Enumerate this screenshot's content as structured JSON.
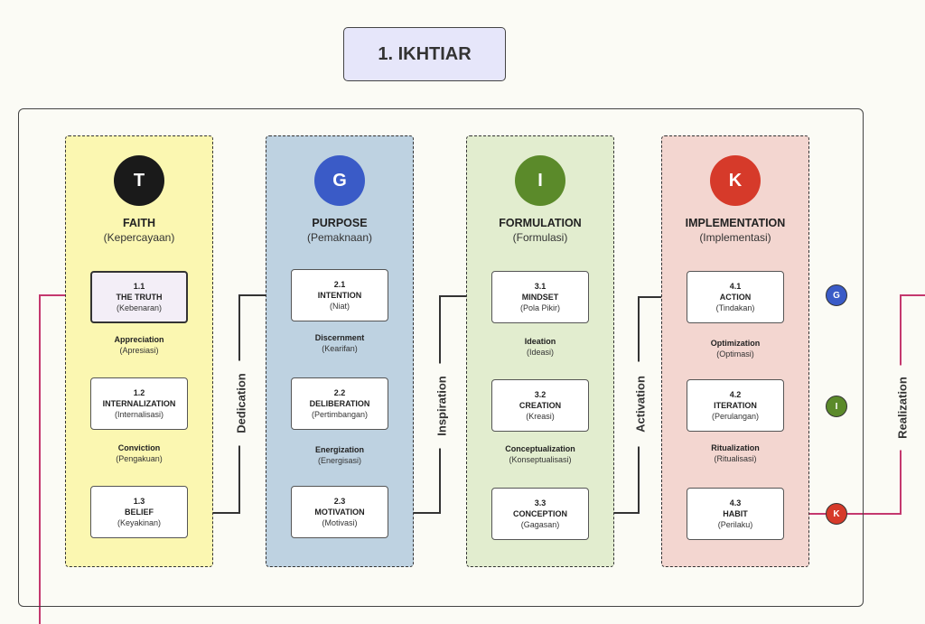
{
  "title": "1. IKHTIAR",
  "colors": {
    "faith_bg": "#fbf7b1",
    "purpose_bg": "#bed2e1",
    "formulation_bg": "#e2edcf",
    "implementation_bg": "#f3d6d0",
    "black": "#1a1a1a",
    "blue": "#3a5bc7",
    "green": "#5b8a2a",
    "red": "#d63a2a",
    "magenta": "#c4386e"
  },
  "lanes": [
    {
      "letter": "T",
      "title": "FAITH",
      "subtitle": "(Kepercayaan)",
      "nodes": [
        {
          "num": "1.1",
          "name": "THE TRUTH",
          "sub": "(Kebenaran)"
        },
        {
          "num": "1.2",
          "name": "INTERNALIZATION",
          "sub": "(Internalisasi)"
        },
        {
          "num": "1.3",
          "name": "BELIEF",
          "sub": "(Keyakinan)"
        }
      ],
      "edges": [
        {
          "name": "Appreciation",
          "sub": "(Apresiasi)"
        },
        {
          "name": "Conviction",
          "sub": "(Pengakuan)"
        }
      ]
    },
    {
      "letter": "G",
      "title": "PURPOSE",
      "subtitle": "(Pemaknaan)",
      "nodes": [
        {
          "num": "2.1",
          "name": "INTENTION",
          "sub": "(Niat)"
        },
        {
          "num": "2.2",
          "name": "DELIBERATION",
          "sub": "(Pertimbangan)"
        },
        {
          "num": "2.3",
          "name": "MOTIVATION",
          "sub": "(Motivasi)"
        }
      ],
      "edges": [
        {
          "name": "Discernment",
          "sub": "(Kearifan)"
        },
        {
          "name": "Energization",
          "sub": "(Energisasi)"
        }
      ]
    },
    {
      "letter": "I",
      "title": "FORMULATION",
      "subtitle": "(Formulasi)",
      "nodes": [
        {
          "num": "3.1",
          "name": "MINDSET",
          "sub": "(Pola Pikir)"
        },
        {
          "num": "3.2",
          "name": "CREATION",
          "sub": "(Kreasi)"
        },
        {
          "num": "3.3",
          "name": "CONCEPTION",
          "sub": "(Gagasan)"
        }
      ],
      "edges": [
        {
          "name": "Ideation",
          "sub": "(Ideasi)"
        },
        {
          "name": "Conceptualization",
          "sub": "(Konseptualisasi)"
        }
      ]
    },
    {
      "letter": "K",
      "title": "IMPLEMENTATION",
      "subtitle": "(Implementasi)",
      "nodes": [
        {
          "num": "4.1",
          "name": "ACTION",
          "sub": "(Tindakan)"
        },
        {
          "num": "4.2",
          "name": "ITERATION",
          "sub": "(Perulangan)"
        },
        {
          "num": "4.3",
          "name": "HABIT",
          "sub": "(Perilaku)"
        }
      ],
      "edges": [
        {
          "name": "Optimization",
          "sub": "(Optimasi)"
        },
        {
          "name": "Ritualization",
          "sub": "(Ritualisasi)"
        }
      ]
    }
  ],
  "connectors": [
    "Dedication",
    "Inspiration",
    "Activation",
    "Realization"
  ],
  "badges": [
    "G",
    "I",
    "K"
  ]
}
